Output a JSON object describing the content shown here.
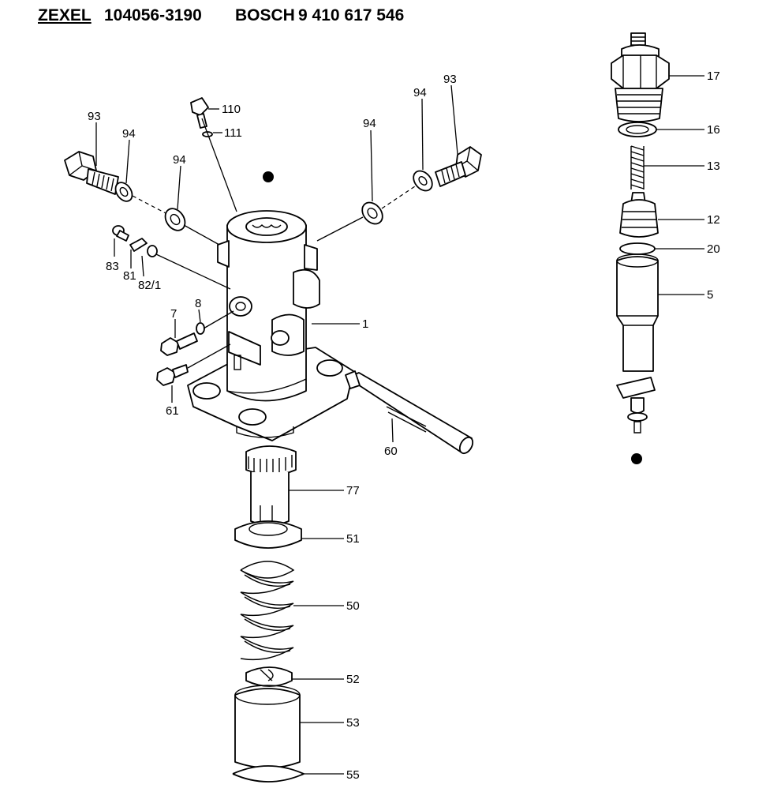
{
  "header": {
    "brand1": "ZEXEL",
    "part_number1": "104056-3190",
    "brand2": "BOSCH",
    "part_number2": "9 410 617 546"
  },
  "callouts": {
    "c1": "1",
    "c5": "5",
    "c7": "7",
    "c8": "8",
    "c12": "12",
    "c13": "13",
    "c16": "16",
    "c17": "17",
    "c20": "20",
    "c50": "50",
    "c51": "51",
    "c52": "52",
    "c53": "53",
    "c55": "55",
    "c60": "60",
    "c61": "61",
    "c77": "77",
    "c81": "81",
    "c82": "82/1",
    "c83": "83",
    "c93a": "93",
    "c93b": "93",
    "c94a": "94",
    "c94b": "94",
    "c94c": "94",
    "c94d": "94",
    "c110": "110",
    "c111": "111"
  }
}
